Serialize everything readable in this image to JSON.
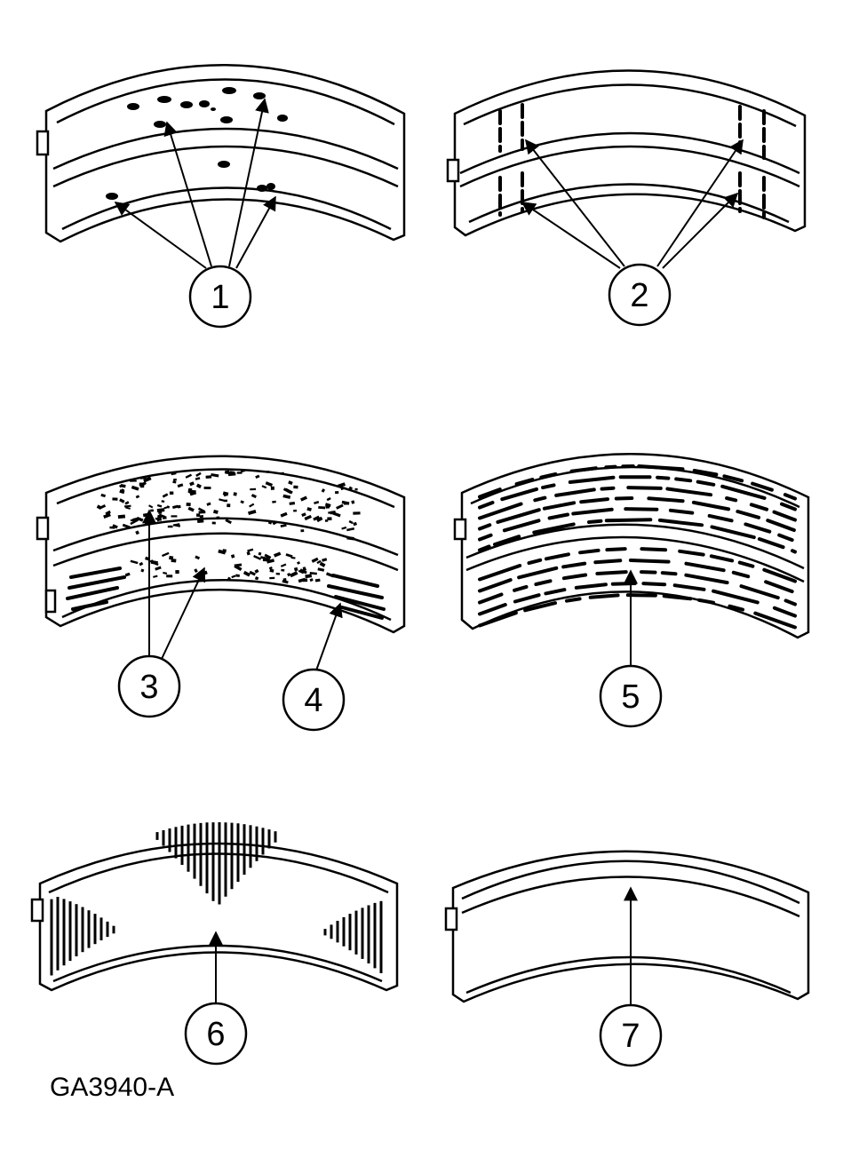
{
  "figure_code": "GA3940-A",
  "callouts": [
    "1",
    "2",
    "3",
    "4",
    "5",
    "6",
    "7"
  ],
  "colors": {
    "ink": "#000000",
    "paper": "#ffffff"
  }
}
